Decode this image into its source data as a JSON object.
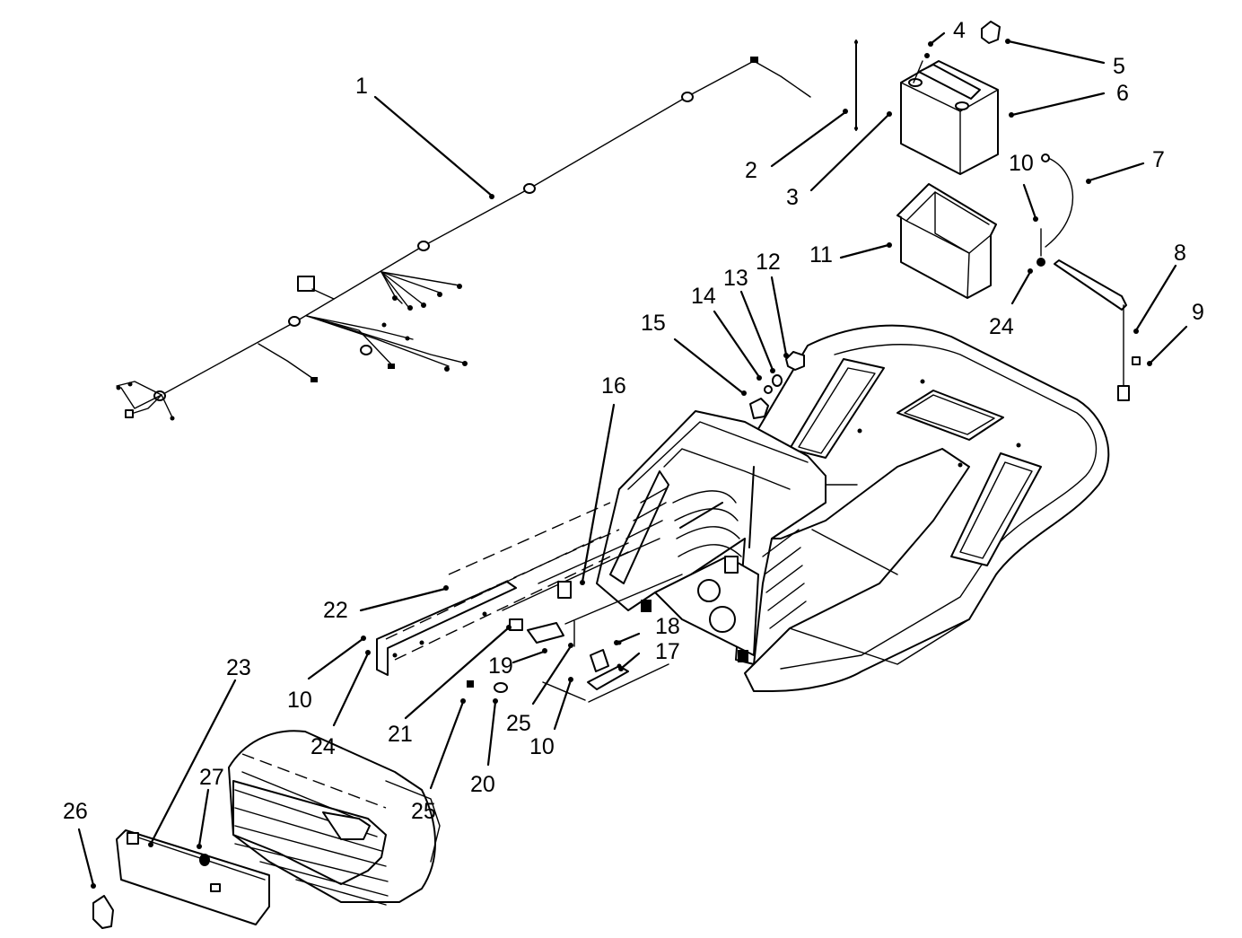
{
  "callouts": [
    "1",
    "2",
    "3",
    "4",
    "5",
    "6",
    "7",
    "10",
    "11",
    "8",
    "24",
    "9",
    "12",
    "13",
    "14",
    "15",
    "16",
    "22",
    "18",
    "17",
    "19",
    "10",
    "24",
    "21",
    "25",
    "10",
    "20",
    "23",
    "27",
    "26",
    "25"
  ]
}
